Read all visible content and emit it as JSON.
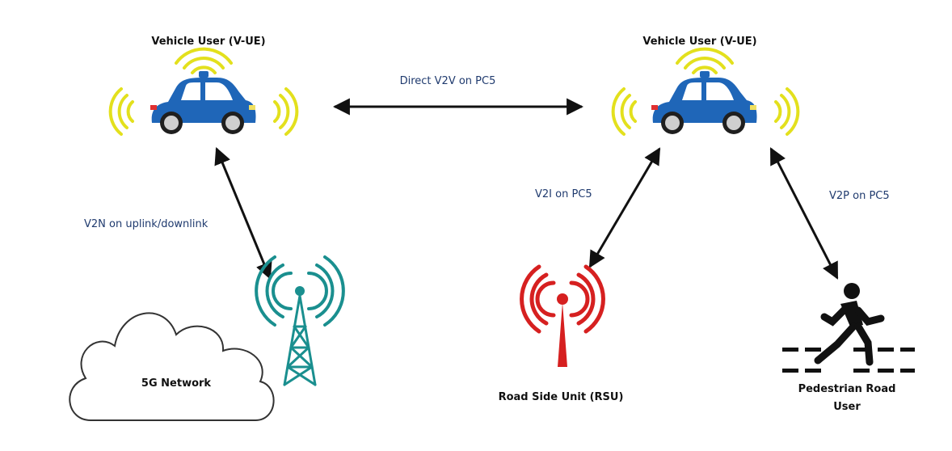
{
  "nodes": {
    "vehicle_left": {
      "label": "Vehicle User (V-UE)"
    },
    "vehicle_right": {
      "label": "Vehicle User (V-UE)"
    },
    "network": {
      "label": "5G Network"
    },
    "rsu": {
      "label": "Road Side Unit (RSU)"
    },
    "pedestrian": {
      "label_line1": "Pedestrian Road",
      "label_line2": "User"
    }
  },
  "links": {
    "v2v": {
      "label": "Direct  V2V on PC5"
    },
    "v2n": {
      "label": "V2N on uplink/downlink"
    },
    "v2i": {
      "label": "V2I on PC5"
    },
    "v2p": {
      "label": "V2P on PC5"
    }
  },
  "colors": {
    "car_body": "#1f66b8",
    "car_window": "#ffffff",
    "signal_yellow": "#e3e01d",
    "tower_teal": "#1a8f8f",
    "rsu_red": "#d62020",
    "arrow": "#111111",
    "link_text": "#1f3a6e"
  }
}
